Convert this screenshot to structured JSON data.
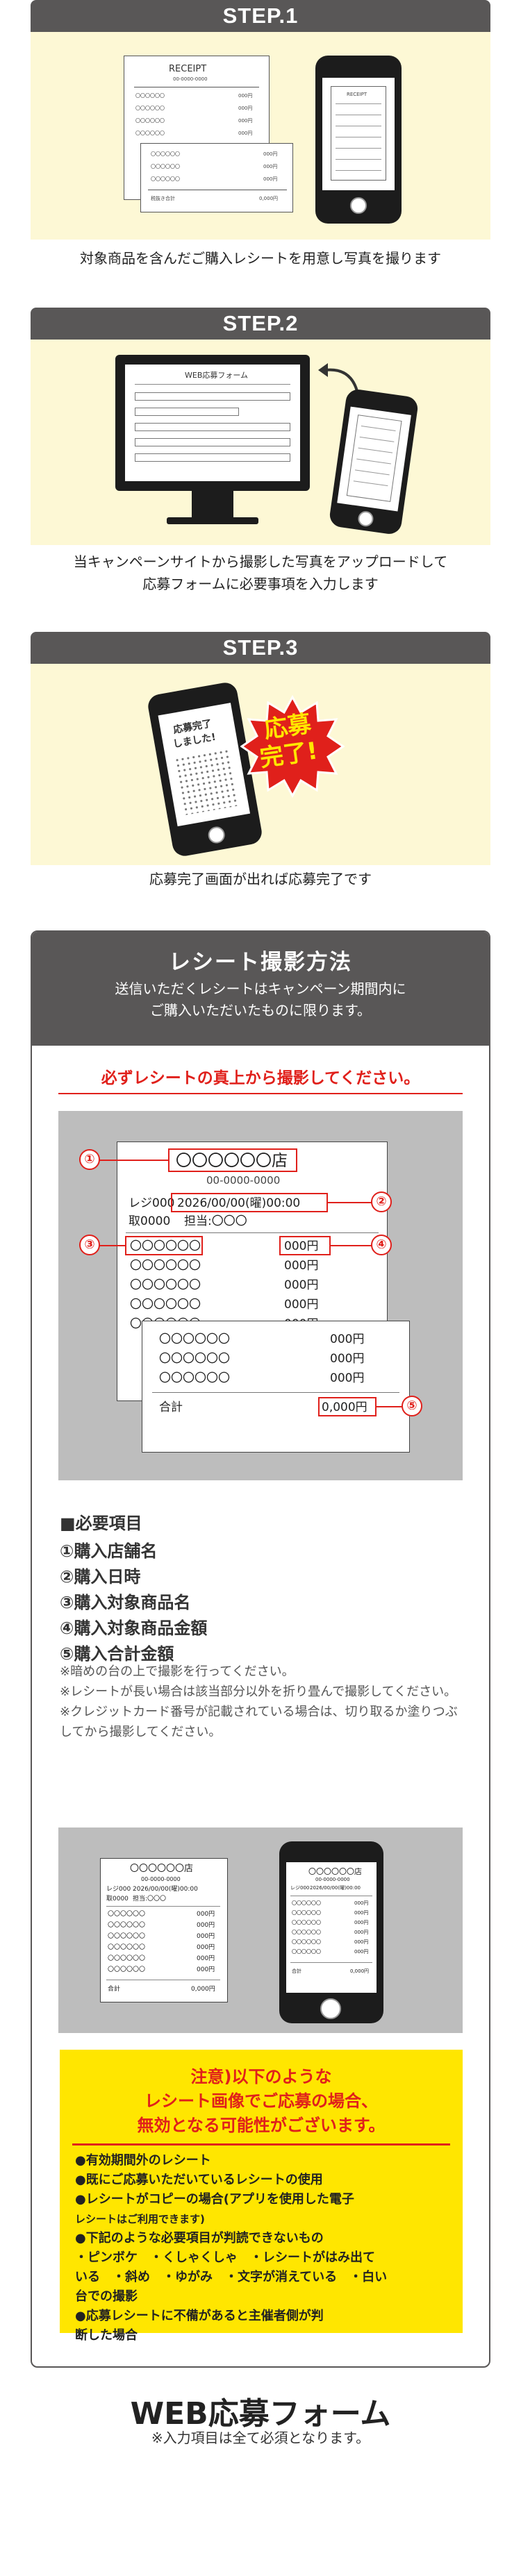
{
  "steps": [
    {
      "title": "STEP.1",
      "caption": "対象商品を含んだご購入レシートを用意し写真を撮ります",
      "receipt": {
        "title": "RECEIPT",
        "number": "00-0000-0000",
        "item": "〇〇〇〇〇〇",
        "price": "000円",
        "total_label": "税抜き合計",
        "total": "0,000円"
      }
    },
    {
      "title": "STEP.2",
      "caption_line1": "当キャンペーンサイトから撮影した写真をアップロードして",
      "caption_line2": "応募フォームに必要事項を入力します",
      "form_label": "WEB応募フォーム"
    },
    {
      "title": "STEP.3",
      "caption": "応募完了画面が出れば応募完了です",
      "screen_line1": "応募完了",
      "screen_line2": "しました!",
      "burst_line1": "応募",
      "burst_line2": "完了!"
    }
  ],
  "receipt_guide": {
    "title": "レシート撮影方法",
    "sub_line1": "送信いただくレシートはキャンペーン期間内に",
    "sub_line2": "ご購入いただいたものに限ります。",
    "warning": "必ずレシートの真上から撮影してください。",
    "sample": {
      "store": "〇〇〇〇〇〇店",
      "phone": "00-0000-0000",
      "register": "レジ000",
      "datetime": "2026/00/00(曜)00:00",
      "clerk_id": "取0000",
      "clerk": "担当:〇〇〇",
      "item": "〇〇〇〇〇〇",
      "price": "000円",
      "total_label": "合計",
      "total": "0,000円"
    },
    "markers": [
      "①",
      "②",
      "③",
      "④",
      "⑤"
    ],
    "required_heading": "■必要項目",
    "required_items": [
      "①購入店舗名",
      "②購入日時",
      "③購入対象商品名",
      "④購入対象商品金額",
      "⑤購入合計金額"
    ],
    "notes": [
      "※暗めの台の上で撮影を行ってください。",
      "※レシートが長い場合は該当部分以外を折り畳んで撮影してください。",
      "※クレジットカード番号が記載されている場合は、切り取るか塗りつぶしてから撮影してください。"
    ],
    "caution_title_line1": "注意)以下のような",
    "caution_title_line2": "レシート画像でご応募の場合、",
    "caution_title_line3": "無効となる可能性がございます。",
    "caution_items": [
      "●有効期間外のレシート",
      "●既にご応募いただいているレシートの使用",
      "●レシートがコピーの場合(アプリを使用した電子",
      "レシートはご利用できます)",
      "●下記のような必要項目が判読できないもの",
      "・ピンボケ　・くしゃくしゃ　・レシートがはみ出て",
      "いる　・斜め　・ゆがみ　・文字が消えている　・白い",
      "台での撮影",
      "●応募レシートに不備があると主催者側が判",
      "断した場合"
    ]
  },
  "form": {
    "title": "WEB応募フォーム",
    "note": "※入力項目は全て必須となります。"
  },
  "colors": {
    "header_gray": "#595757",
    "step_bg": "#fdf8d5",
    "accent_red": "#e0201b",
    "caution_yellow": "#ffe600",
    "photo_gray": "#bdbdbd"
  }
}
